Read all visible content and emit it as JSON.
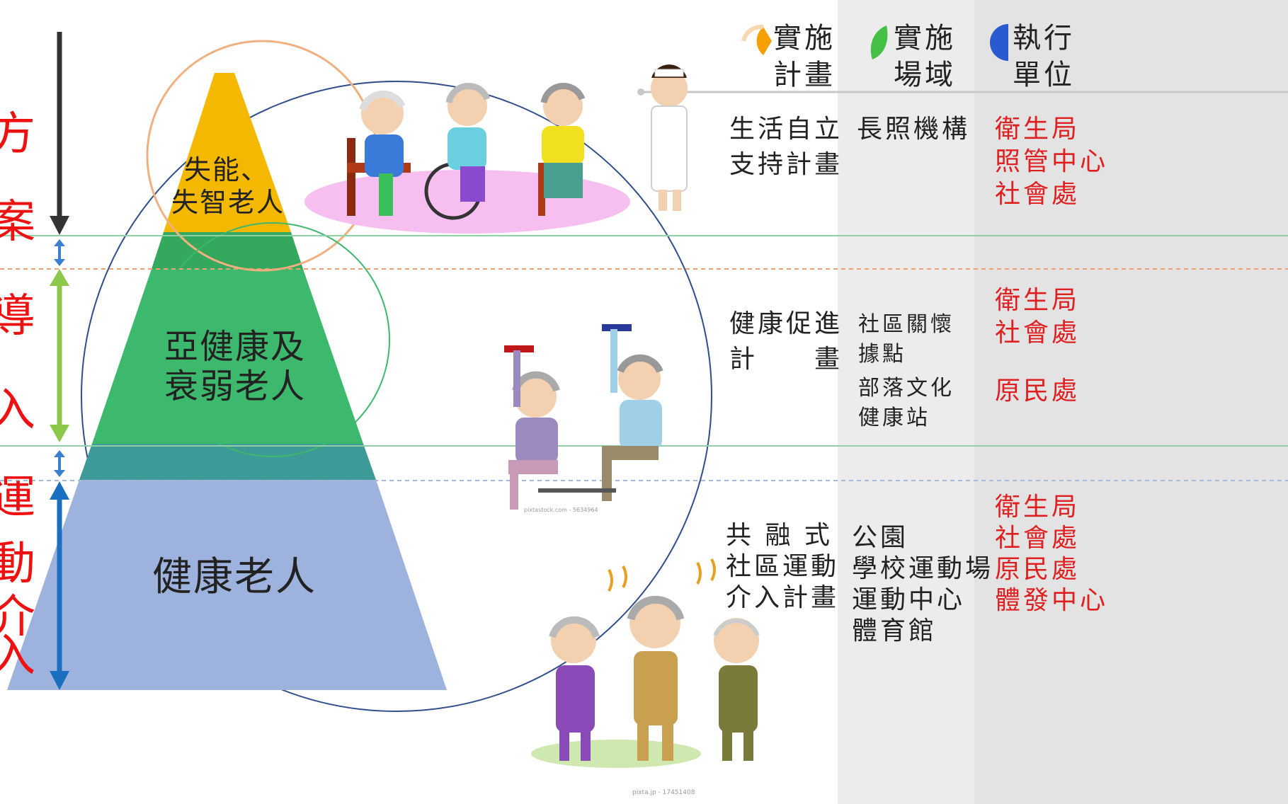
{
  "left_column": [
    "方",
    "案",
    "導",
    "入",
    "運",
    "動",
    "介",
    "入"
  ],
  "tiers": {
    "top": {
      "label_line1": "失能、",
      "label_line2": "失智老人"
    },
    "middle": {
      "label_line1": "亞健康及",
      "label_line2": "衰弱老人"
    },
    "bottom": {
      "label": "健康老人"
    }
  },
  "headers": {
    "plan": {
      "line1": "實施",
      "line2": "計畫"
    },
    "venue": {
      "line1": "實施",
      "line2": "場域"
    },
    "unit": {
      "line1": "執行",
      "line2": "單位"
    }
  },
  "rows": {
    "top": {
      "plan": "生活自立\n支持計畫",
      "venue": "長照機構",
      "unit": "衛生局\n照管中心\n社會處"
    },
    "middle": {
      "plan": "健康促進\n計　　畫",
      "venue_a": "社區關懷\n據點",
      "venue_b": "部落文化\n健康站",
      "unit_a": "衛生局\n社會處",
      "unit_b": "原民處"
    },
    "bottom": {
      "plan": "共 融 式\n社區運動\n介入計畫",
      "venue": "公園\n學校運動場\n運動中心\n體育館",
      "unit": "衛生局\n社會處\n原民處\n體發中心"
    }
  },
  "watermarks": {
    "middle": "pixtastock.com - 5634964",
    "bottom": "pixta.jp - 17451408"
  },
  "colors": {
    "top_tier": "#f5b800",
    "middle_tier": "#3cb96c",
    "bottom_tier": "#9db2dc",
    "red_text": "#e02020",
    "accent_blue": "#1a6fc0",
    "accent_green": "#8cc84a"
  },
  "icons": {
    "plan_header": "orange-half-circle-icon",
    "venue_header": "green-leaf-icon",
    "unit_header": "blue-half-circle-icon"
  }
}
